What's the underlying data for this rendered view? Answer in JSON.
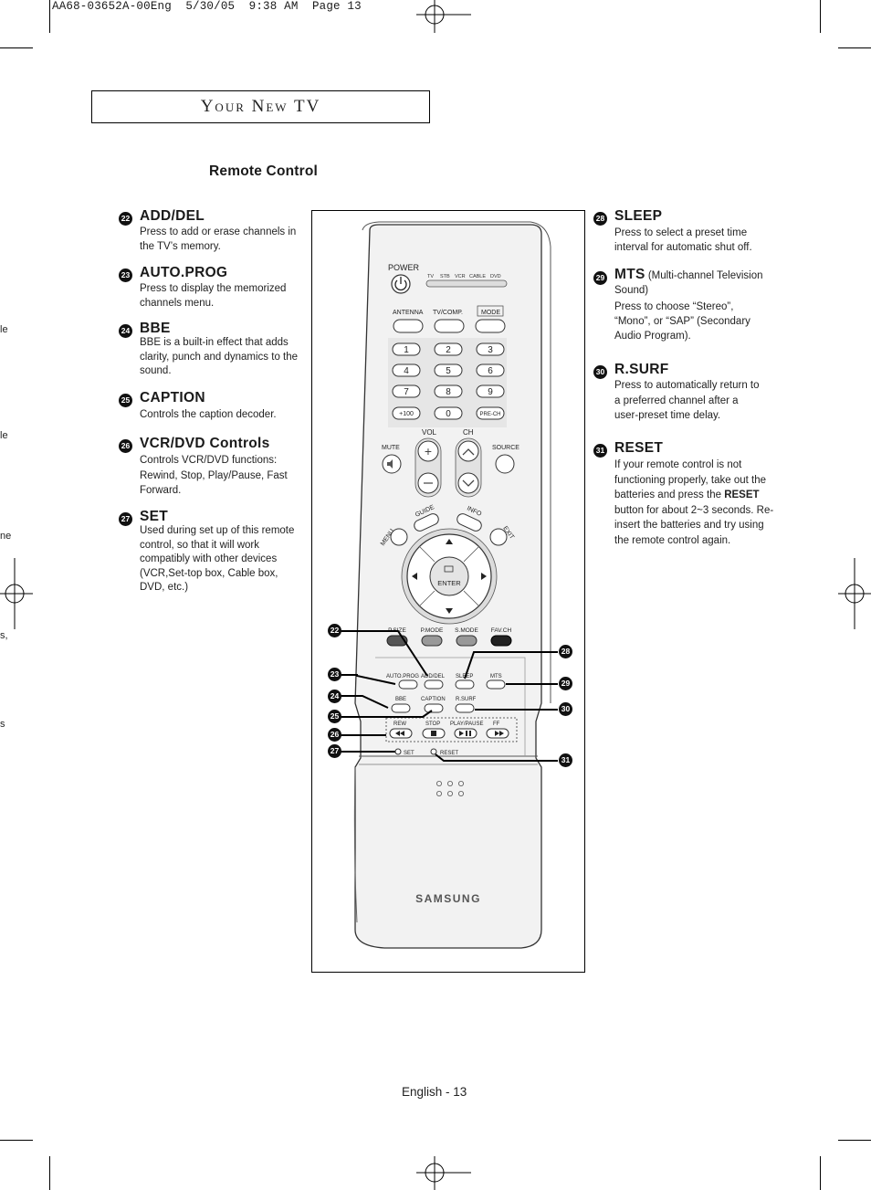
{
  "print_header": "AA68-03652A-00Eng  5/30/05  9:38 AM  Page 13",
  "chapter_title": "Your New TV",
  "section_title": "Remote Control",
  "left_items": [
    {
      "num": "22",
      "title": "ADD/DEL",
      "body": "Press to add or erase channels in the TV’s memory."
    },
    {
      "num": "23",
      "title": "AUTO.PROG",
      "body": "Press to display the memorized channels menu."
    },
    {
      "num": "24",
      "title": "BBE",
      "body": "BBE is a built-in effect that adds clarity, punch and dynamics to the sound."
    },
    {
      "num": "25",
      "title": "CAPTION",
      "body": "Controls the caption decoder."
    },
    {
      "num": "26",
      "title": "VCR/DVD Controls",
      "body": "Controls VCR/DVD functions: Rewind, Stop, Play/Pause, Fast Forward."
    },
    {
      "num": "27",
      "title": "SET",
      "body": "Used during set up of this remote control, so that it will work compatibly with other devices (VCR,Set-top box, Cable box, DVD, etc.)"
    }
  ],
  "right_items": [
    {
      "num": "28",
      "title": "SLEEP",
      "subtitle": "",
      "body": "Press to select a preset time interval for automatic shut off."
    },
    {
      "num": "29",
      "title": "MTS",
      "subtitle": " (Multi-channel Television Sound)",
      "body": "Press to choose “Stereo”, “Mono”, or “SAP” (Secondary Audio Program)."
    },
    {
      "num": "30",
      "title": "R.SURF",
      "subtitle": "",
      "body": "Press to automatically return to a preferred channel after a user-preset time delay."
    },
    {
      "num": "31",
      "title": "RESET",
      "subtitle": "",
      "body_pre": "If your remote control is not functioning properly, take out the batteries and press the ",
      "body_bold": "RESET",
      "body_post": " button for about 2~3 seconds. Re-insert the batteries and try using the remote control again."
    }
  ],
  "remote": {
    "power": "POWER",
    "sources": [
      "TV",
      "STB",
      "VCR",
      "CABLE",
      "DVD"
    ],
    "antenna": "ANTENNA",
    "tvcomp": "TV/COMP.",
    "mode": "MODE",
    "digits": [
      "1",
      "2",
      "3",
      "4",
      "5",
      "6",
      "7",
      "8",
      "9",
      "+100",
      "0",
      "PRE-CH"
    ],
    "vol": "VOL",
    "ch": "CH",
    "mute": "MUTE",
    "source": "SOURCE",
    "guide": "GUIDE",
    "info": "INFO",
    "menu": "MENU",
    "exit": "EXIT",
    "enter": "ENTER",
    "row1": [
      "P.SIZE",
      "P.MODE",
      "S.MODE",
      "FAV.CH"
    ],
    "autoprog": "AUTO.PROG",
    "adddel": "ADD/DEL",
    "sleep": "SLEEP",
    "mts": "MTS",
    "bbe": "BBE",
    "caption": "CAPTION",
    "rsurf": "R.SURF",
    "transport": [
      "REW",
      "STOP",
      "PLAY/PAUSE",
      "FF"
    ],
    "set": "SET",
    "reset": "RESET",
    "brand": "SAMSUNG"
  },
  "callouts": [
    "22",
    "23",
    "24",
    "25",
    "26",
    "27",
    "28",
    "29",
    "30",
    "31"
  ],
  "edge_fragments": [
    "le",
    "le",
    "ne",
    "s,",
    "s"
  ],
  "page_number": "English - 13"
}
